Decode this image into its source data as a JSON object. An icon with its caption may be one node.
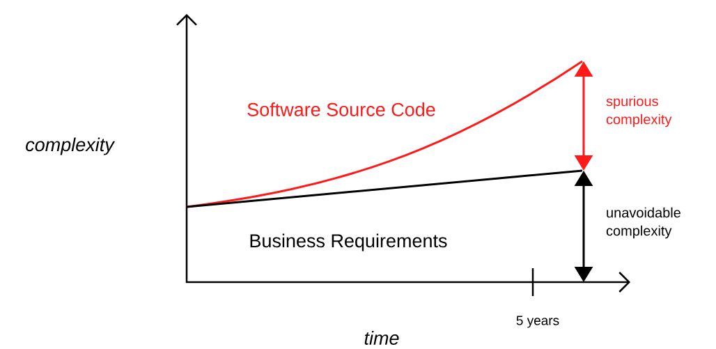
{
  "diagram": {
    "labels": [
      "complexity",
      "Software Source Code",
      "spurious complexity",
      "unavoidable complexity",
      "Business Requirements",
      "5 years",
      "time"
    ]
  }
}
